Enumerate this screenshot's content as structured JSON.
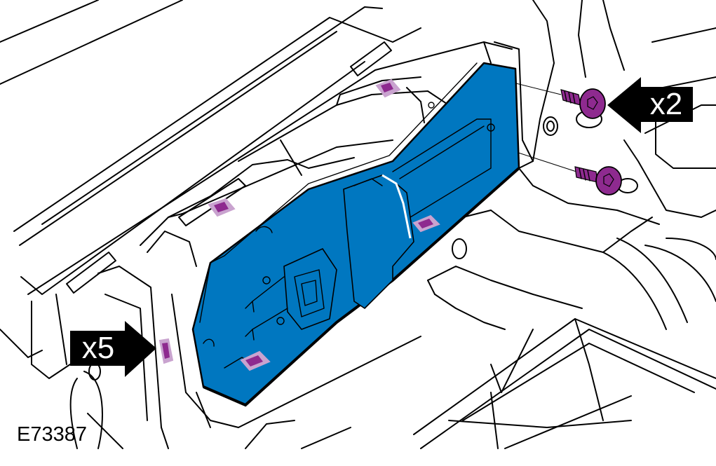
{
  "figure": {
    "code": "E73387",
    "callouts": {
      "screws": "x2",
      "clips": "x5"
    }
  },
  "colors": {
    "module": "#0077c0",
    "fastener": "#8e2a8f",
    "clip_outline": "#c9a3cf",
    "line": "#000000",
    "background": "#ffffff"
  },
  "icons": [
    "arrow-left-icon",
    "arrow-right-icon",
    "torx-screw-icon",
    "retaining-clip-icon"
  ]
}
